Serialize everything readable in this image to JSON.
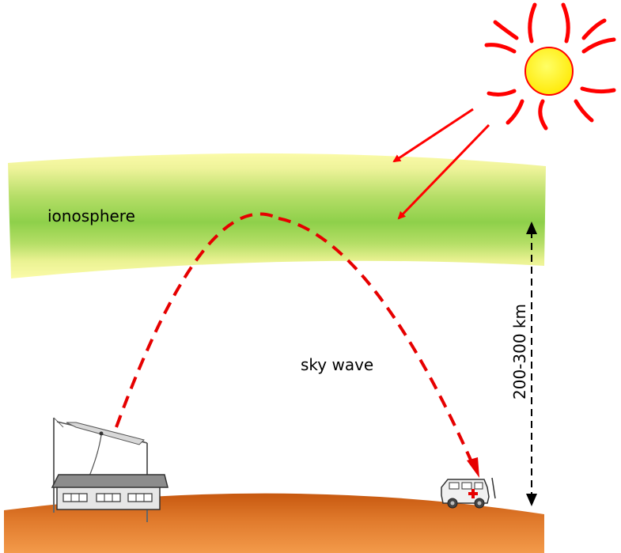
{
  "labels": {
    "ionosphere": "ionosphere",
    "sky_wave": "sky wave",
    "height": "200-300 km"
  },
  "colors": {
    "sun_rays": "#ff0000",
    "sun_core": "#ffff00",
    "ionosphere_edge": "#f2f59a",
    "ionosphere_center": "#8fd04a",
    "wave_path": "#e60000",
    "ground_light": "#e8863a",
    "ground_dark": "#c2520c",
    "building_wall": "#e6e6e6",
    "building_roof": "#8c8c8c"
  },
  "icons": [
    "sun-icon",
    "house-with-antenna-icon",
    "ambulance-vehicle-icon"
  ]
}
